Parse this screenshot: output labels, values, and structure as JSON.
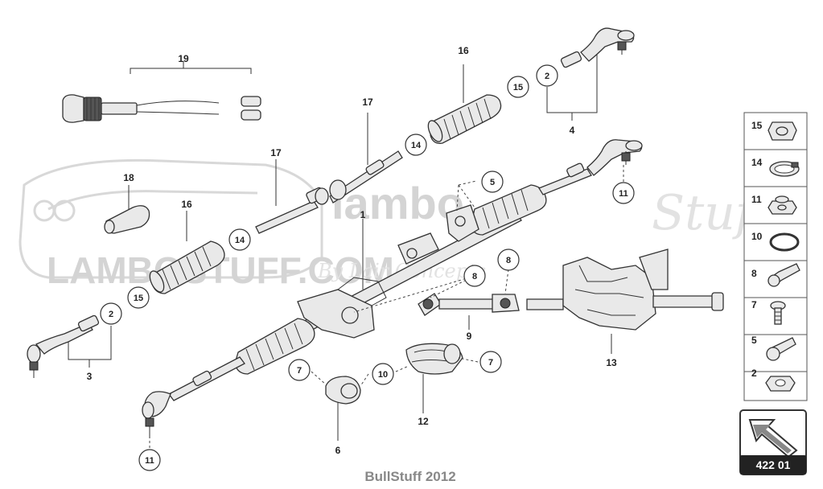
{
  "watermark": {
    "brand_main": "lambo",
    "brand_script": "Stuff",
    "site": "LAMBOSTUFF.COM",
    "byline": "By Lair Concepts"
  },
  "callouts": {
    "c1": "1",
    "c2a": "2",
    "c2b": "2",
    "c3": "3",
    "c4": "4",
    "c5": "5",
    "c6": "6",
    "c7a": "7",
    "c7b": "7",
    "c8a": "8",
    "c8b": "8",
    "c9": "9",
    "c10": "10",
    "c11a": "11",
    "c11b": "11",
    "c12": "12",
    "c13": "13",
    "c14a": "14",
    "c14b": "14",
    "c15a": "15",
    "c15b": "15",
    "c16a": "16",
    "c16b": "16",
    "c17a": "17",
    "c17b": "17",
    "c18": "18",
    "c19": "19"
  },
  "legend": [
    "15",
    "14",
    "11",
    "10",
    "8",
    "7",
    "5",
    "2"
  ],
  "reference_code": "422 01",
  "footer": "BullStuff 2012"
}
